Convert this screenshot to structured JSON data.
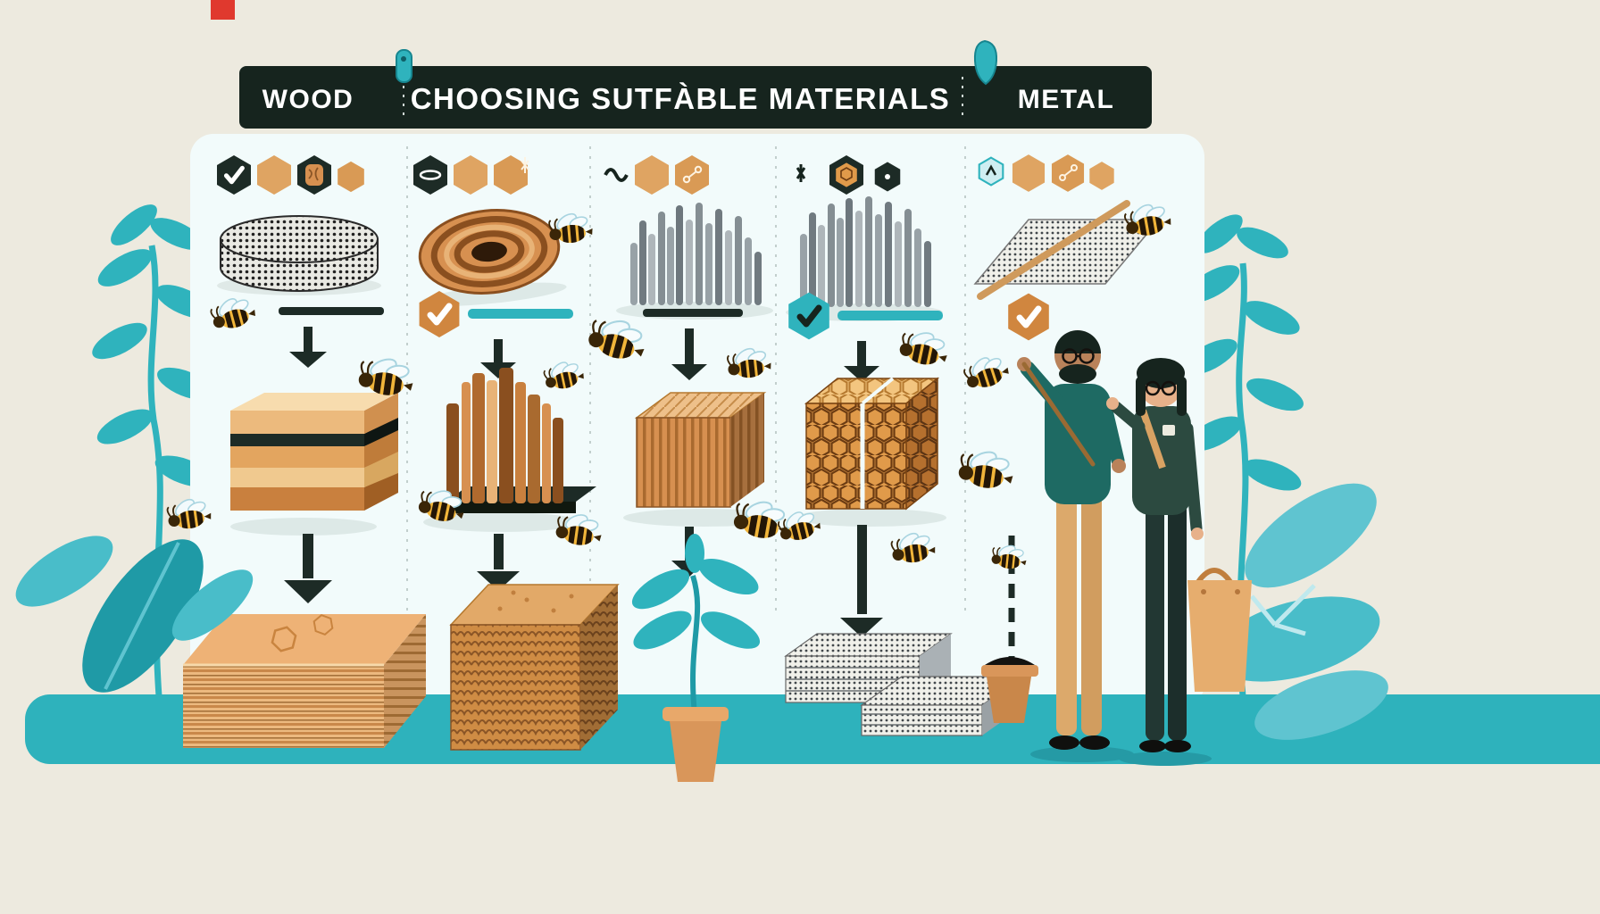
{
  "header": {
    "left_label": "WOOD",
    "title": "CHOOSING SUTFÀBLE MATERIALS",
    "right_label": "METAL"
  },
  "colors": {
    "background": "#edeadf",
    "panel": "#f2fbfb",
    "header_dark": "#16241e",
    "accent_teal": "#2eb2bc",
    "wood_tan": "#d79050",
    "wood_light": "#f0c98f",
    "honey_orange": "#e09a4a",
    "metal_gray": "#8d979c",
    "bee_yellow": "#f1b53a",
    "red_flag": "#e0392e"
  },
  "columns": [
    {
      "id": 1,
      "badge_icons": [
        "check-hex-dark",
        "hex-tan",
        "hex-dark-grain",
        "hex-tan-small"
      ],
      "raw_material": "mesh-disc",
      "selection": "dark-bar",
      "intermediate": "plywood-stack",
      "result": "plywood-sheet-pile"
    },
    {
      "id": 2,
      "badge_icons": [
        "hex-dark-ellipse",
        "hex-tan",
        "hex-tan-sparkle"
      ],
      "raw_material": "wood-coil",
      "selection": "tan-check-hex-with-teal-bar",
      "intermediate": "wood-slats",
      "result": "corrugated-block"
    },
    {
      "id": 3,
      "badge_icons": [
        "squiggle-mark",
        "hex-tan",
        "hex-tan-molecule"
      ],
      "raw_material": "metal-rods",
      "selection": "dark-bar",
      "intermediate": "corrugated-board",
      "result": "potted-plant"
    },
    {
      "id": 4,
      "badge_icons": [
        "antenna-mark",
        "hex-dark-honeycomb",
        "hex-dark-dot"
      ],
      "raw_material": "metal-rods-tall",
      "selection": "teal-check-hex-with-teal-bar",
      "intermediate": "honeycomb-cube",
      "result": "mesh-sheet-stacks"
    },
    {
      "id": 5,
      "badge_icons": [
        "hex-teal-outline",
        "hex-tan",
        "hex-tan-molecule",
        "hex-tan-small"
      ],
      "raw_material": "mesh-ramp-with-stick",
      "selection": "tan-check-hex",
      "intermediate": "dotted-arrow",
      "result": "small-pot-with-soil"
    }
  ],
  "figures": {
    "left_person": "man-with-glasses-holding-stick",
    "right_person": "woman-with-glasses-holding-tote-bag"
  },
  "decorations": {
    "plants": [
      "left-stem-plant",
      "left-big-leaves",
      "panel-edge-leaf",
      "center-potted-plant",
      "right-stem-plant",
      "right-big-leaves"
    ],
    "insects": "honeybees-scattered",
    "header_pins": [
      "teal-clip-pin",
      "teal-droplet-pin"
    ]
  }
}
